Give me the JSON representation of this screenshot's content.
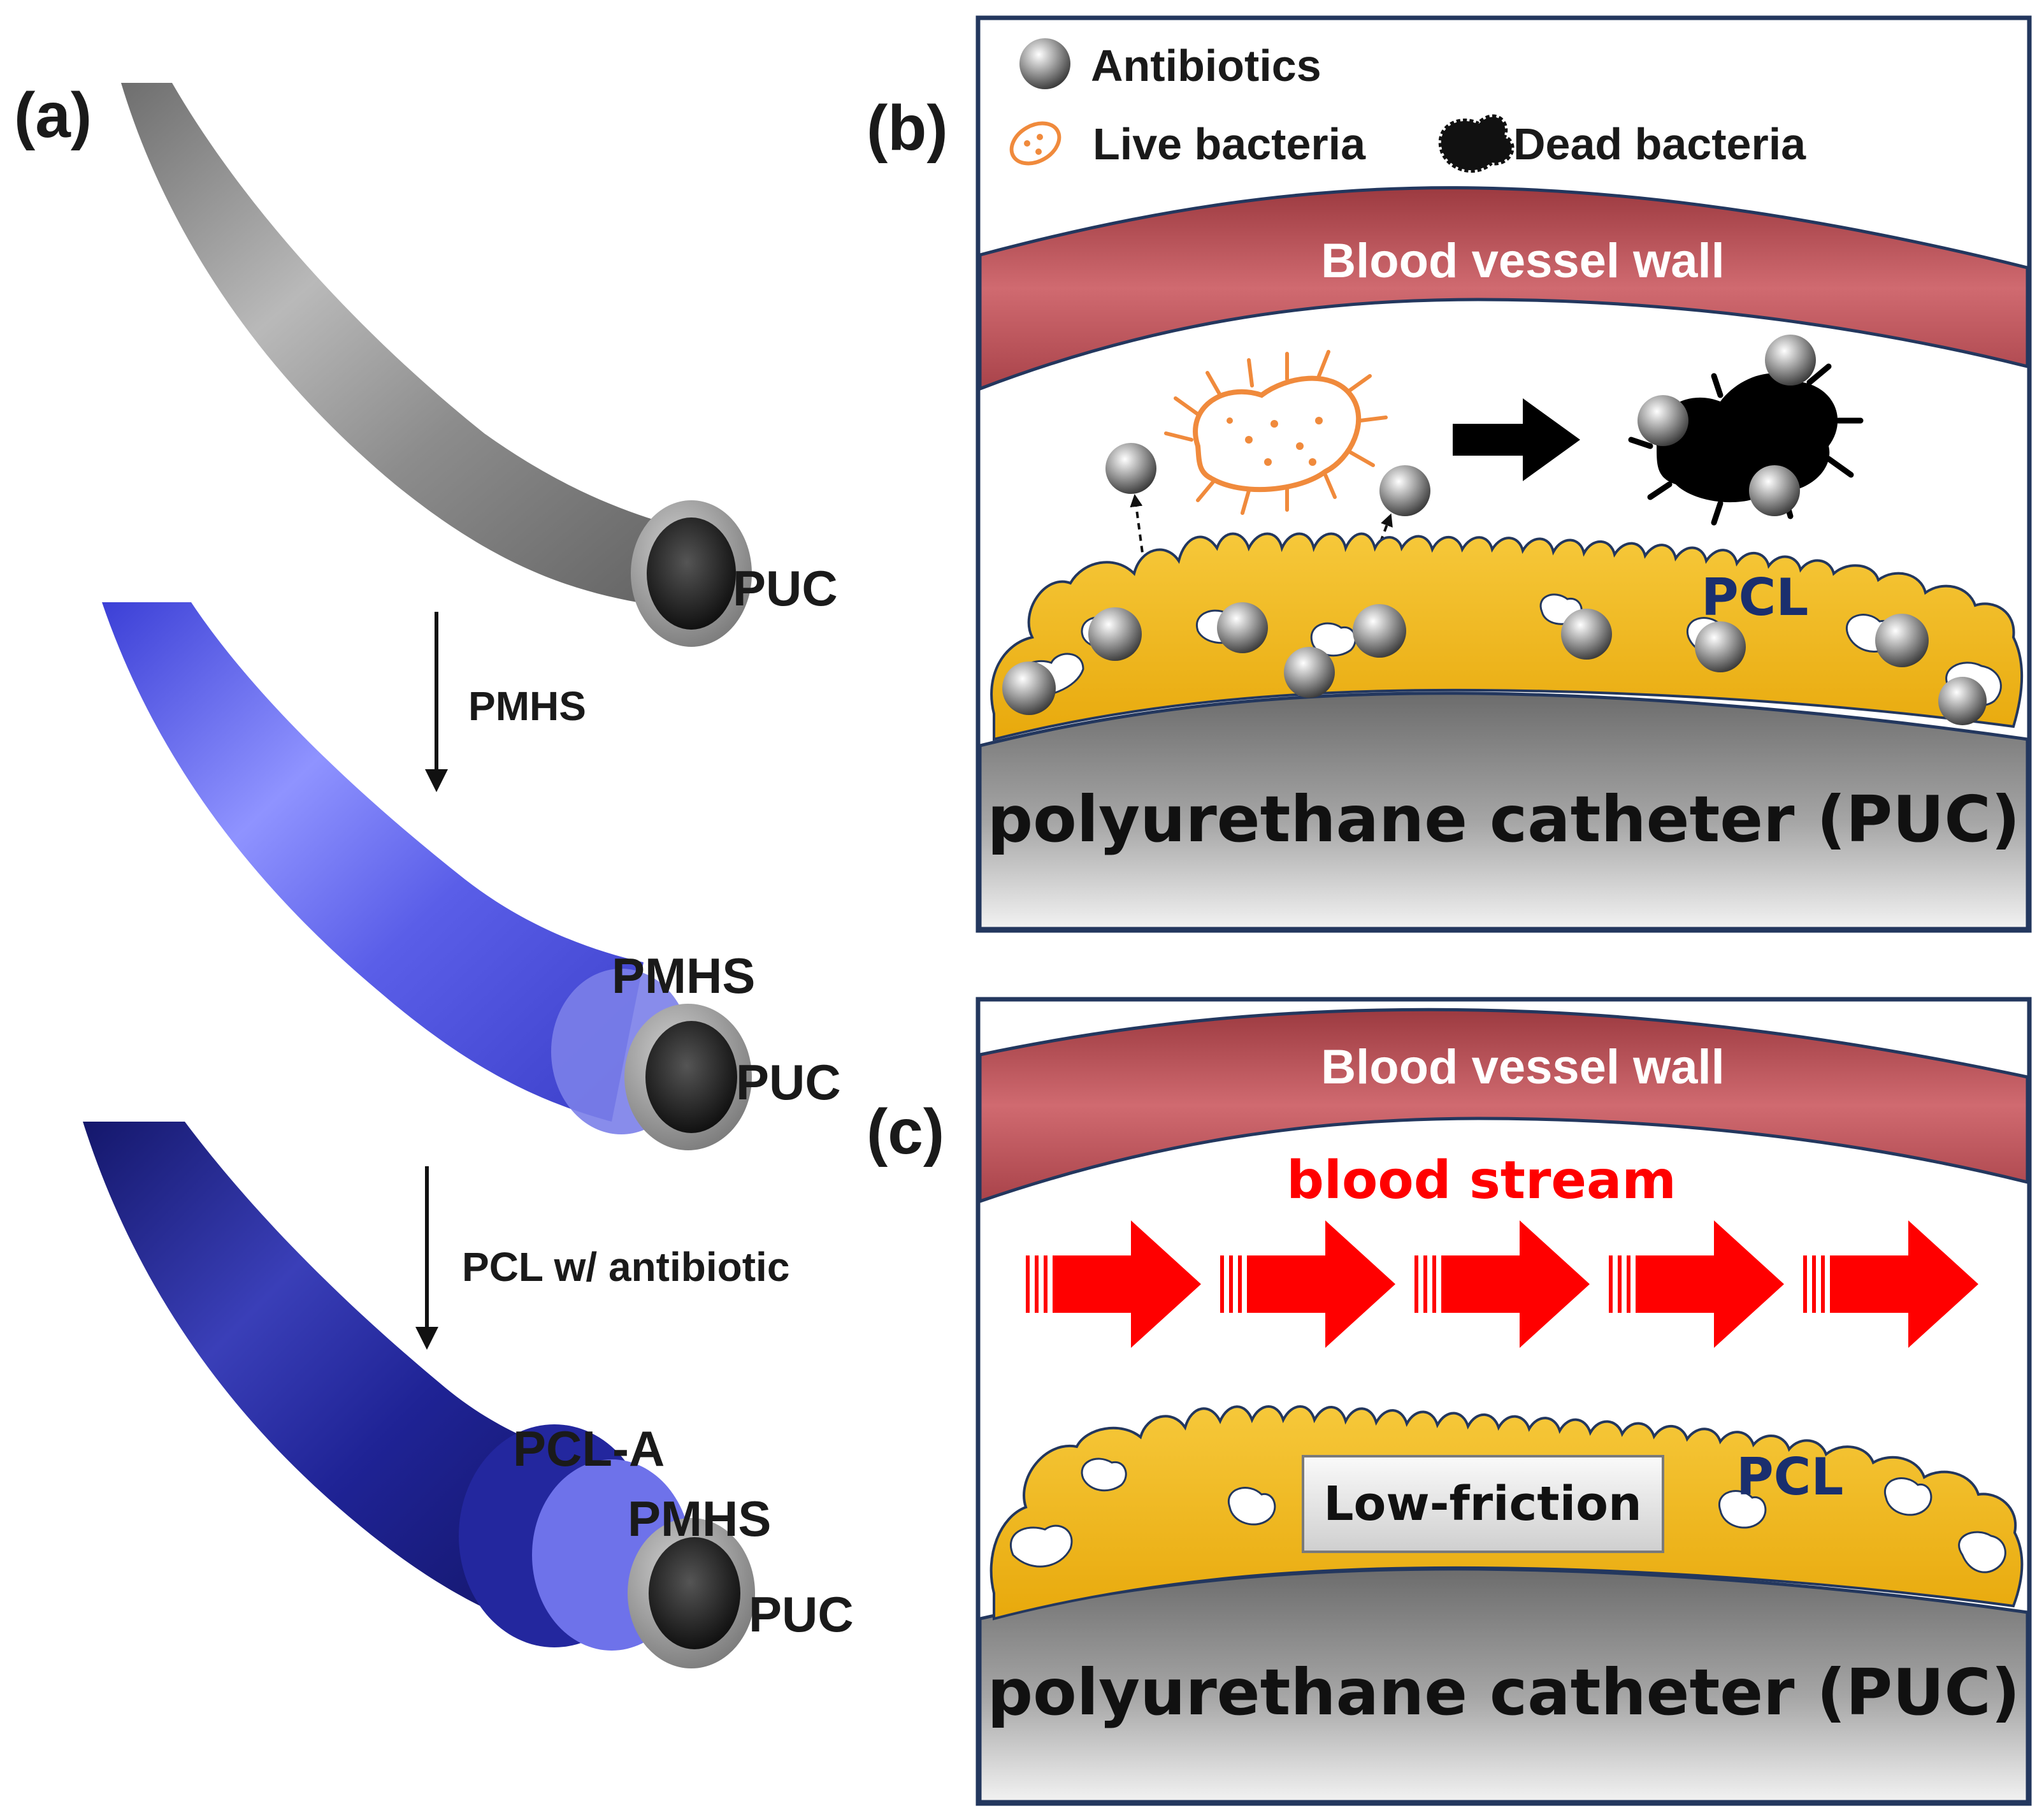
{
  "panel_a": {
    "label": "(a)",
    "tube1": {
      "label": "PUC"
    },
    "step1": {
      "label": "PMHS"
    },
    "tube2": {
      "labels": [
        "PMHS",
        "PUC"
      ]
    },
    "step2": {
      "label": "PCL w/ antibiotic"
    },
    "tube3": {
      "labels": [
        "PCL-A",
        "PMHS",
        "PUC"
      ]
    }
  },
  "panel_b": {
    "label": "(b)",
    "legend": {
      "antibiotics": "Antibiotics",
      "live_bacteria": "Live bacteria",
      "dead_bacteria": "Dead bacteria"
    },
    "vessel_wall": "Blood vessel wall",
    "coating_label": "PCL",
    "catheter_label": "polyurethane catheter (PUC)"
  },
  "panel_c": {
    "label": "(c)",
    "vessel_wall": "Blood vessel wall",
    "flow_label": "blood stream",
    "friction_label": "Low-friction",
    "coating_label": "PCL",
    "catheter_label": "polyurethane catheter (PUC)"
  },
  "colors": {
    "catheter_gray": "#8f8f8f",
    "pmhs_blue": "#5a5ee8",
    "pcl_a_navy": "#1c1f8a",
    "vessel_red": "#c4555c",
    "pcl_yellow": "#f2b81e",
    "bacteria_orange": "#f08a3c",
    "flow_red": "#ff0000",
    "coating_text_navy": "#1a2f6e",
    "panel_border": "#23375e"
  }
}
